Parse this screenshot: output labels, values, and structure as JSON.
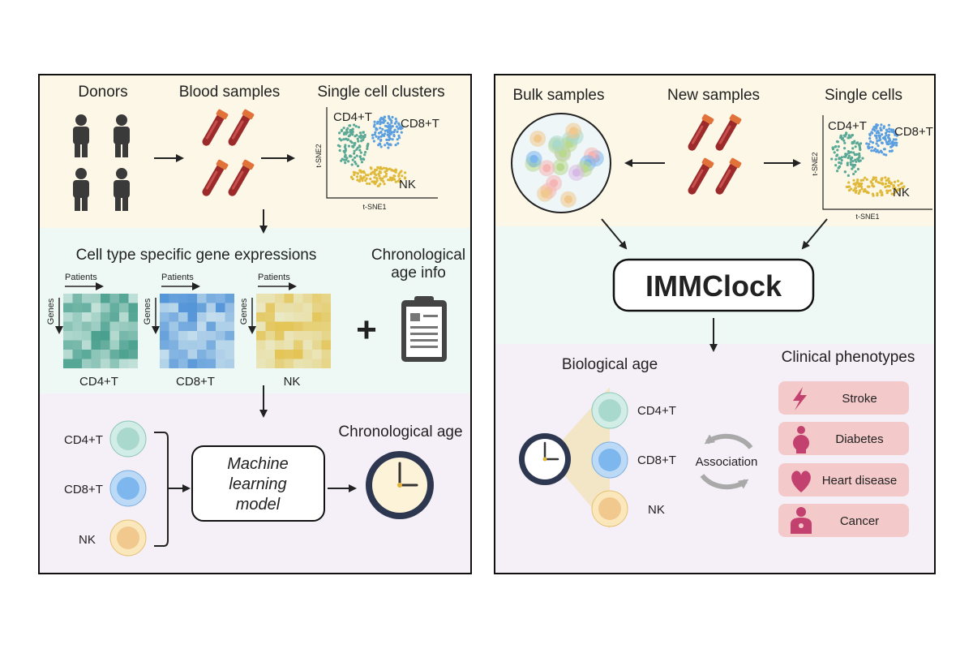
{
  "left": {
    "donors": "Donors",
    "blood_samples": "Blood samples",
    "single_cell_clusters": "Single cell clusters",
    "tsne": {
      "cd4": "CD4+T",
      "cd8": "CD8+T",
      "nk": "NK",
      "x_axis": "t-SNE1",
      "y_axis": "t-SNE2"
    },
    "gene_expr_title": "Cell type specific gene expressions",
    "chrono_info_line1": "Chronological",
    "chrono_info_line2": "age info",
    "heatmaps": [
      {
        "patients": "Patients",
        "genes": "Genes",
        "label": "CD4+T",
        "color": "#3f9a87"
      },
      {
        "patients": "Patients",
        "genes": "Genes",
        "label": "CD8+T",
        "color": "#4b8fd6"
      },
      {
        "patients": "Patients",
        "genes": "Genes",
        "label": "NK",
        "color": "#e2c04a"
      }
    ],
    "plus": "+",
    "cells": [
      {
        "label": "CD4+T",
        "color": "#a9d8cc"
      },
      {
        "label": "CD8+T",
        "color": "#7db7ee"
      },
      {
        "label": "NK",
        "color": "#f1c88e"
      }
    ],
    "model_line1": "Machine",
    "model_line2": "learning",
    "model_line3": "model",
    "chrono_age": "Chronological age"
  },
  "right": {
    "bulk_samples": "Bulk samples",
    "new_samples": "New samples",
    "single_cells": "Single cells",
    "tsne": {
      "cd4": "CD4+T",
      "cd8": "CD8+T",
      "nk": "NK",
      "x_axis": "t-SNE1",
      "y_axis": "t-SNE2"
    },
    "title": "IMMClock",
    "bio_age": "Biological age",
    "cells": [
      {
        "label": "CD4+T",
        "color": "#a9d8cc"
      },
      {
        "label": "CD8+T",
        "color": "#7db7ee"
      },
      {
        "label": "NK",
        "color": "#f1c88e"
      }
    ],
    "association": "Association",
    "clinical_title": "Clinical phenotypes",
    "phenotypes": [
      {
        "label": "Stroke",
        "icon": "lightning-icon"
      },
      {
        "label": "Diabetes",
        "icon": "person-icon"
      },
      {
        "label": "Heart disease",
        "icon": "heart-icon"
      },
      {
        "label": "Cancer",
        "icon": "torso-icon"
      }
    ]
  },
  "colors": {
    "band_yellow": "#fcf7e6",
    "band_green": "#eef9f5",
    "band_purple": "#f5eff7",
    "phenotype_fill": "#f4c9c9",
    "phenotype_icon": "#c2416e",
    "tube_red": "#9c2a2a",
    "cap_orange": "#e1733a"
  }
}
